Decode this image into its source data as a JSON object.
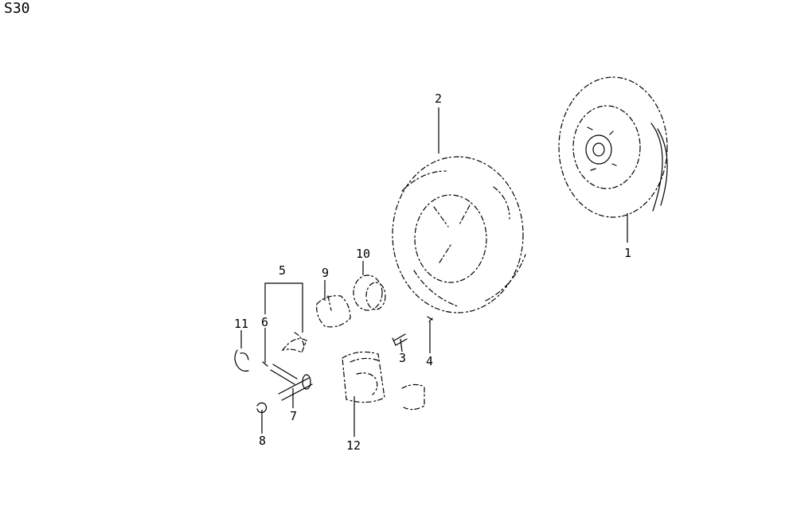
{
  "sheet_id": "S30",
  "callouts": [
    "1",
    "2",
    "3",
    "4",
    "5",
    "6",
    "7",
    "8",
    "9",
    "10",
    "11",
    "12"
  ]
}
